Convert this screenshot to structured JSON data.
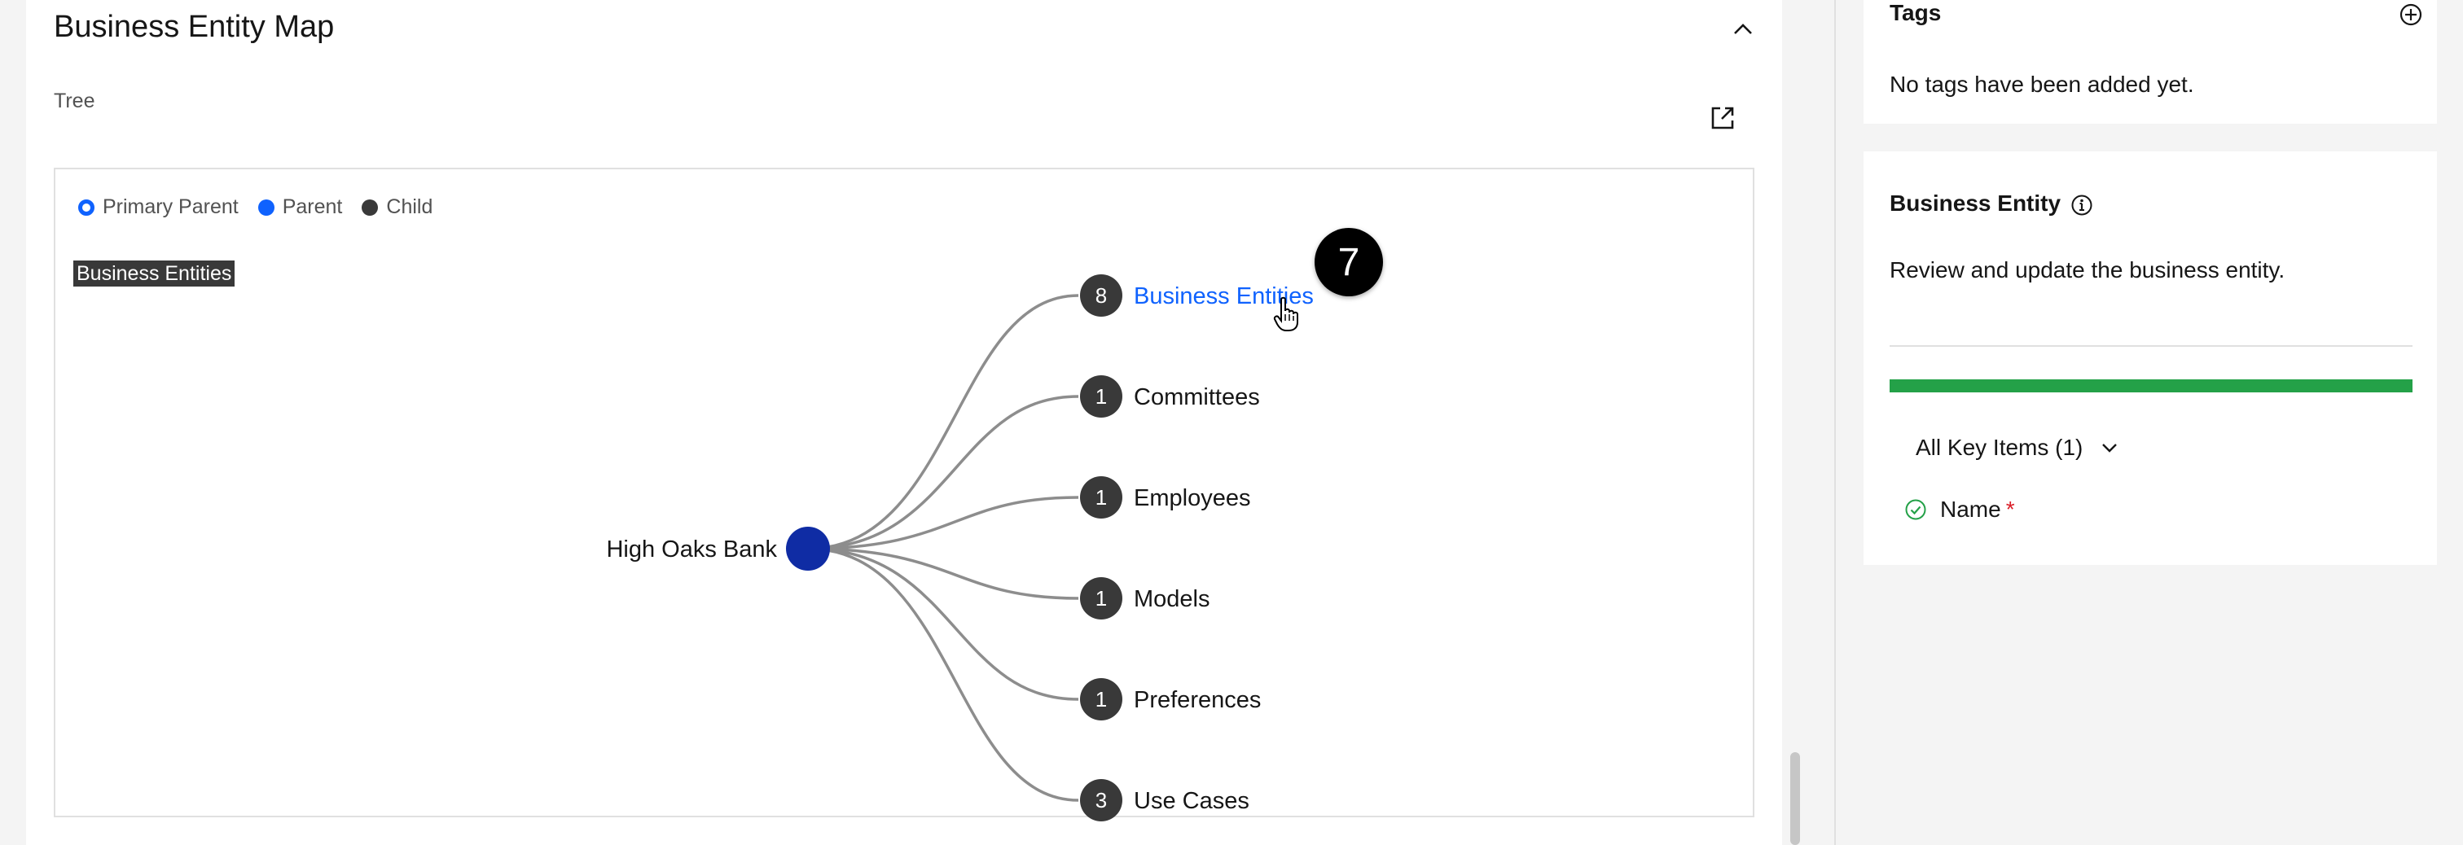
{
  "section": {
    "title": "Business Entity Map",
    "view_label": "Tree"
  },
  "legend": [
    {
      "label": "Primary Parent",
      "style": "primary"
    },
    {
      "label": "Parent",
      "style": "parent"
    },
    {
      "label": "Child",
      "style": "child"
    }
  ],
  "map": {
    "active_category_tag": "Business Entities",
    "root": {
      "label": "High Oaks Bank",
      "color": "#0f2ca4"
    },
    "children": [
      {
        "count": "8",
        "label": "Business Entities",
        "highlighted": true
      },
      {
        "count": "1",
        "label": "Committees",
        "highlighted": false
      },
      {
        "count": "1",
        "label": "Employees",
        "highlighted": false
      },
      {
        "count": "1",
        "label": "Models",
        "highlighted": false
      },
      {
        "count": "1",
        "label": "Preferences",
        "highlighted": false
      },
      {
        "count": "3",
        "label": "Use Cases",
        "highlighted": false
      }
    ],
    "colors": {
      "link": "#0f62fe",
      "child_node": "#393939",
      "edge": "#8d8d8d"
    }
  },
  "step_badge": "7",
  "tags_panel": {
    "title": "Tags",
    "empty_text": "No tags have been added yet."
  },
  "entity_panel": {
    "title": "Business Entity",
    "description": "Review and update the business entity.",
    "progress_fraction": 1.0,
    "progress_color": "#24a148",
    "key_items_label": "All Key Items (1)",
    "key_items": [
      {
        "label": "Name",
        "required_marker": "*",
        "complete": true
      }
    ]
  }
}
